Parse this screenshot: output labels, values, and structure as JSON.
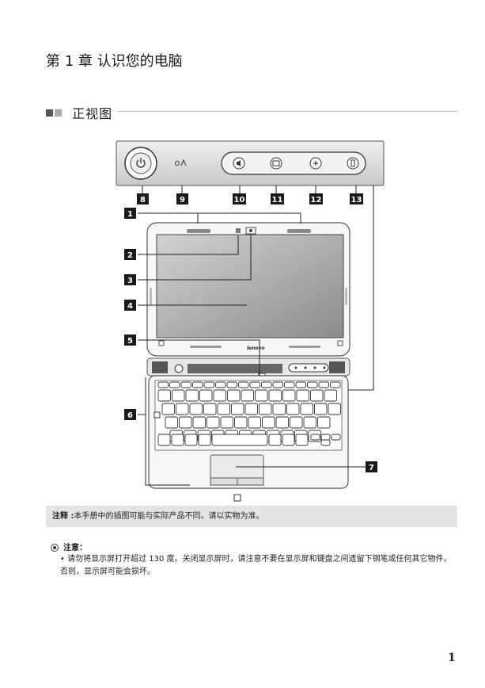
{
  "chapter_title": "第 1 章 认识您的电脑",
  "section_title": "正视图",
  "callouts": [
    "1",
    "2",
    "3",
    "4",
    "5",
    "6",
    "7",
    "8",
    "9",
    "10",
    "11",
    "12",
    "13"
  ],
  "laptop_brand": "lenovo",
  "note": {
    "label": "注释 :",
    "text": "本手册中的插图可能与实际产品不同。请以实物为准。"
  },
  "caution": {
    "icon": "caution-circle-icon",
    "title": "注意：",
    "text": "请勿将显示屏打开超过 130 度。关闭显示屏时，请注意不要在显示屏和键盘之间遗留下钢笔或任何其它物件。否则，显示屏可能会损坏。"
  },
  "page_number": "1"
}
